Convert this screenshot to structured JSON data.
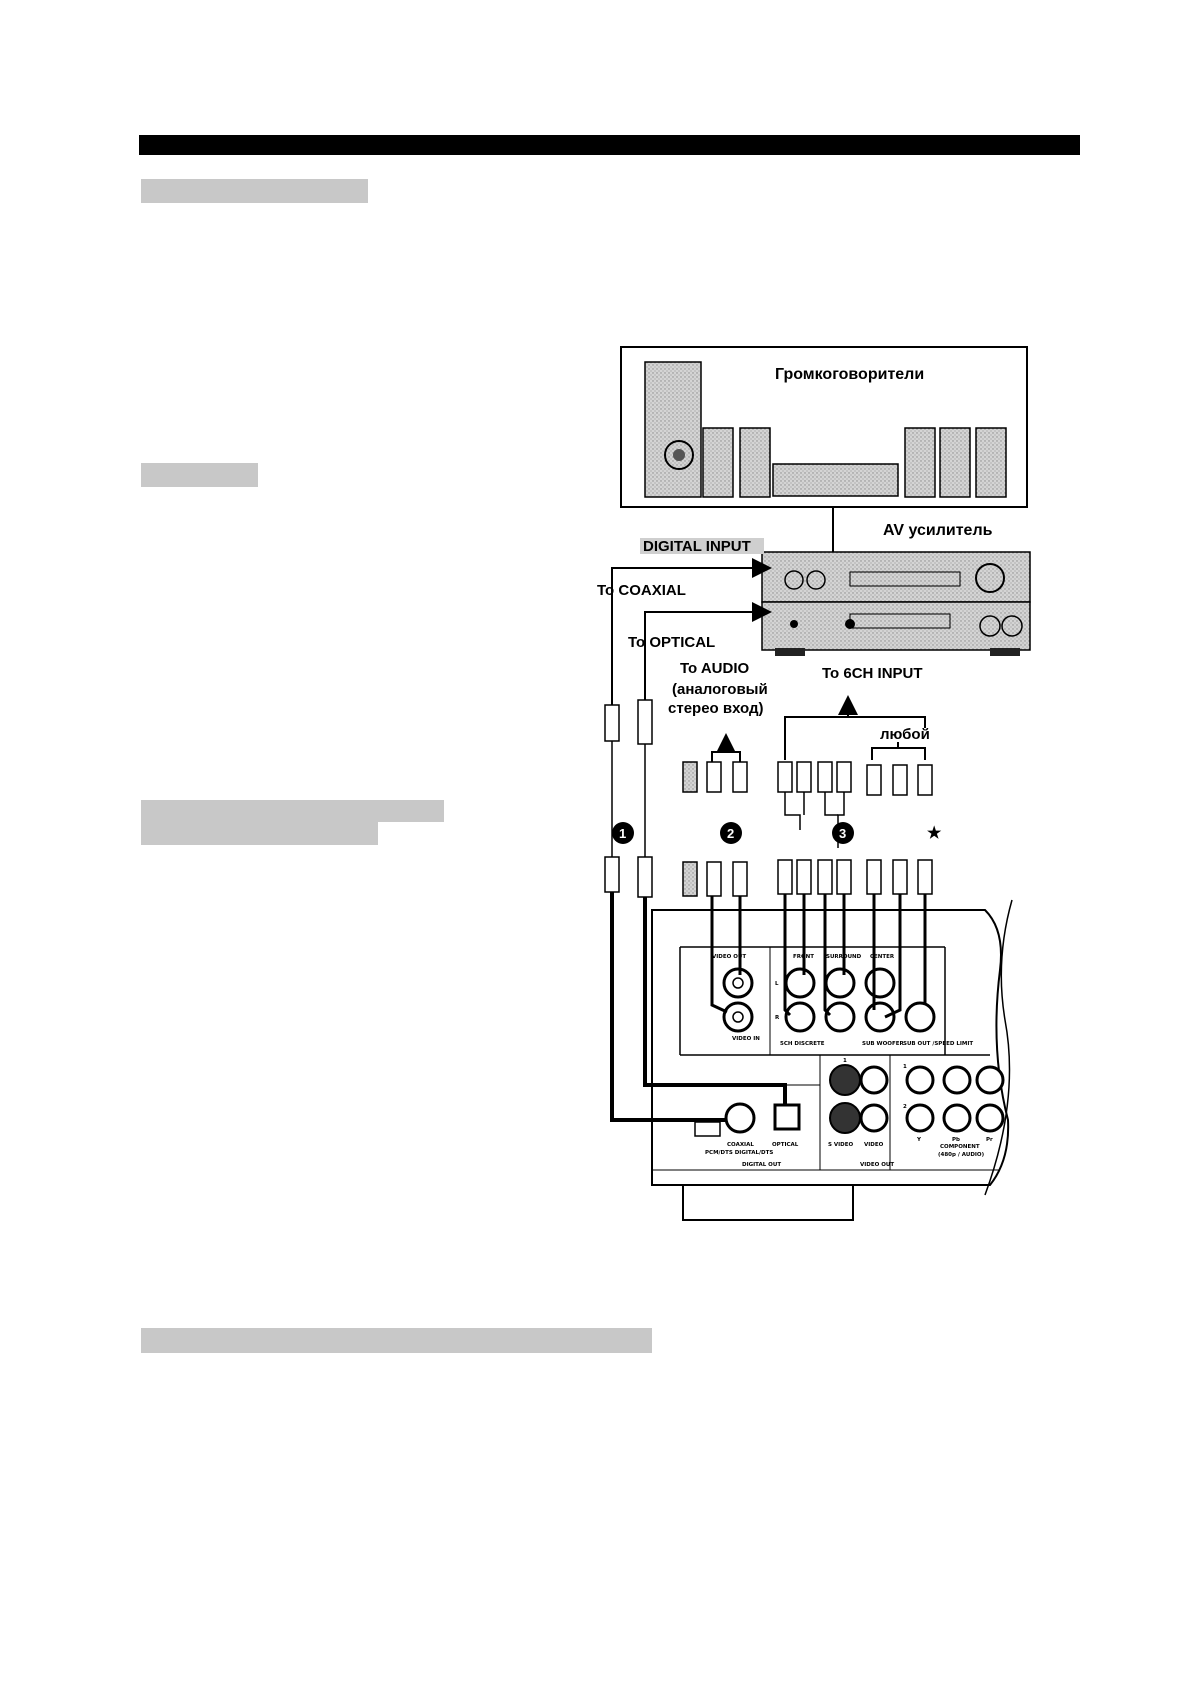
{
  "labels": {
    "speakers": "Громкоговорители",
    "av_amp": "AV усилитель",
    "digital_input": "DIGITAL INPUT",
    "to_coaxial": "To COAXIAL",
    "to_optical": "To OPTICAL",
    "to_audio": "To AUDIO",
    "analog_line1": "(аналоговый",
    "analog_line2": "стерео вход)",
    "to_6ch": "To 6CH INPUT",
    "any": "любой",
    "star": "★",
    "num1": "1",
    "num2": "2",
    "num3": "3"
  },
  "panel": {
    "video_out_label": "VIDEO OUT",
    "video_in_label": "VIDEO IN",
    "front": "FRONT",
    "surround": "SURROUND",
    "center": "CENTER",
    "l_mark": "L",
    "r_mark": "R",
    "ch_discrete": "5CH DISCRETE",
    "sub_woofer": "SUB WOOFER",
    "sub_out": "SUB OUT /SPEED LIMIT",
    "coaxial": "COAXIAL",
    "optical": "OPTICAL",
    "pcm": "PCM/DTS DIGITAL/DTS",
    "digital_out": "DIGITAL OUT",
    "s_video": "S VIDEO",
    "video": "VIDEO",
    "video_out_bottom": "VIDEO OUT",
    "component": "COMPONENT",
    "component_sub": "(480p / AUDIO)",
    "y": "Y",
    "pb": "Pb",
    "pr": "Pr",
    "one": "1",
    "two": "2"
  }
}
